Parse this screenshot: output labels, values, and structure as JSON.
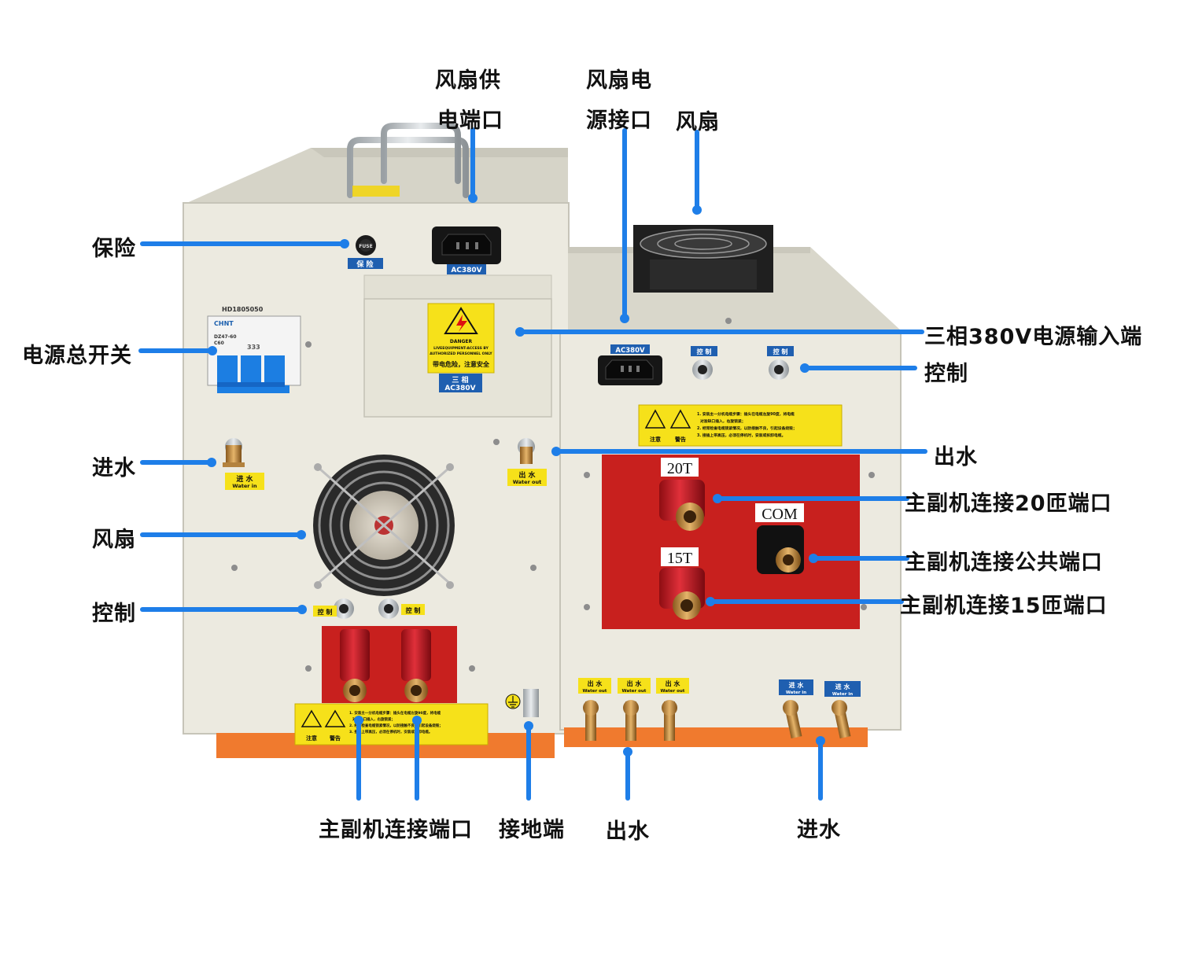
{
  "colors": {
    "pointer": "#1e7ee8",
    "cabinet": "#eceae0",
    "cabinet_shade": "#d9d7cc",
    "terminal_panel": "#c8201e",
    "base": "#f07a2e",
    "warning_yellow": "#f6e11a",
    "label_blue": "#1f5fb0"
  },
  "callouts": {
    "fan_supply_port": [
      "风扇供",
      "电端口"
    ],
    "fan_power_port": [
      "风扇电",
      "源接口"
    ],
    "fan_top": "风扇",
    "fuse": "保险",
    "main_switch": "电源总开关",
    "water_in_left": "进水",
    "fan_left": "风扇",
    "control_left": "控制",
    "three_phase_input": "三相380V电源输入端",
    "control_right": "控制",
    "water_out_mid": "出水",
    "port_20t": "主副机连接20匝端口",
    "port_com": "主副机连接公共端口",
    "port_15t": "主副机连接15匝端口",
    "link_ports": "主副机连接端口",
    "ground": "接地端",
    "water_out_bottom": "出水",
    "water_in_bottom": "进水"
  },
  "device": {
    "fuse_label": "保  险",
    "fuse_cap": "FUSE",
    "left_socket_label": "AC380V",
    "breaker_top": "HD1805050",
    "breaker_brand": "CHNT",
    "breaker_model": "DZ47-60",
    "breaker_rating": "C60",
    "breaker_num": "333",
    "warn_danger": "DANGER",
    "warn_line1": "LIVEEQUIPMENT-ACCESS BY",
    "warn_line2": "AUTHORIZED PERSONNEL ONLY",
    "warn_cn": "带电危险，注意安全",
    "three_phase_tag_1": "三  相",
    "three_phase_tag_2": "AC380V",
    "water_in_cn": "进  水",
    "water_in_en": "Water in",
    "water_out_cn": "出  水",
    "water_out_en": "Water out",
    "control_tag": "控  制",
    "right_socket_label": "AC380V",
    "tap_20t": "20T",
    "tap_com": "COM",
    "tap_15t": "15T",
    "notice_left_1": "注意",
    "notice_left_2": "警告",
    "notice_text_1": "1. 安装主一分机电缆步骤：插头在电缆左旋90度，将电缆",
    "notice_text_2": "对准缺口插入，右旋锁紧；",
    "notice_text_3": "2. 经常检查电缆锁紧情况，以防接触不良，引起设备烧毁；",
    "notice_text_4": "3. 接插上带高压，必须在停机时，安装或拆卸电缆。"
  }
}
